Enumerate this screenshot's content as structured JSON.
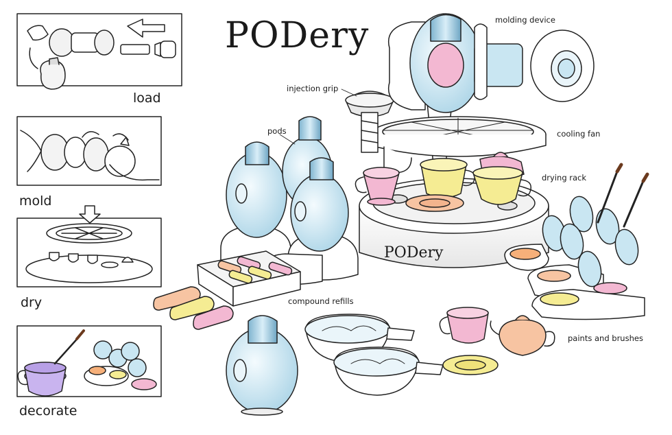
{
  "title": "PODery",
  "steps": [
    {
      "label": "load"
    },
    {
      "label": "mold"
    },
    {
      "label": "dry"
    },
    {
      "label": "decorate"
    }
  ],
  "callouts": {
    "molding_device": "molding device",
    "injection_grip": "injection grip",
    "pods": "pods",
    "cooling_fan": "cooling fan",
    "drying_rack": "drying rack",
    "compound_refills": "compound refills",
    "paints_and_brushes": "paints and brushes"
  },
  "base_brand": "PODery",
  "colors": {
    "outline": "#222222",
    "pod_blue": "#c9e6f2",
    "pod_blue_dark": "#7fb4cf",
    "pink": "#f3b8d2",
    "yellow": "#f5ec93",
    "peach": "#f7c4a2",
    "lavender": "#c9b4ef",
    "orange": "#f6b07a"
  }
}
